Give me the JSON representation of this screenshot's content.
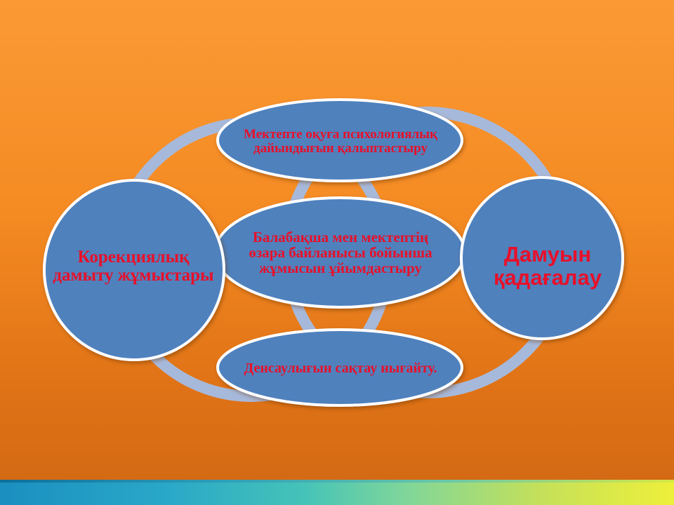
{
  "diagram": {
    "nodes": {
      "top": "Мектепте  оқуға психологиялық дайындығын қалыптастыру",
      "center": "Балабақша мен мектептің өзара байланысы бойынша жұмысын ұйымдастыру",
      "bottom": "Денсаулығын сақтау нығайту.",
      "left": "Корекциялық дамыту жұмыстары",
      "right": "Дамуын қадағалау"
    },
    "colors": {
      "background": "#f48a22",
      "node_fill": "#4f81bd",
      "node_stroke": "#ffffff",
      "ring": "#a7b9da",
      "text": "#e8102a"
    }
  }
}
